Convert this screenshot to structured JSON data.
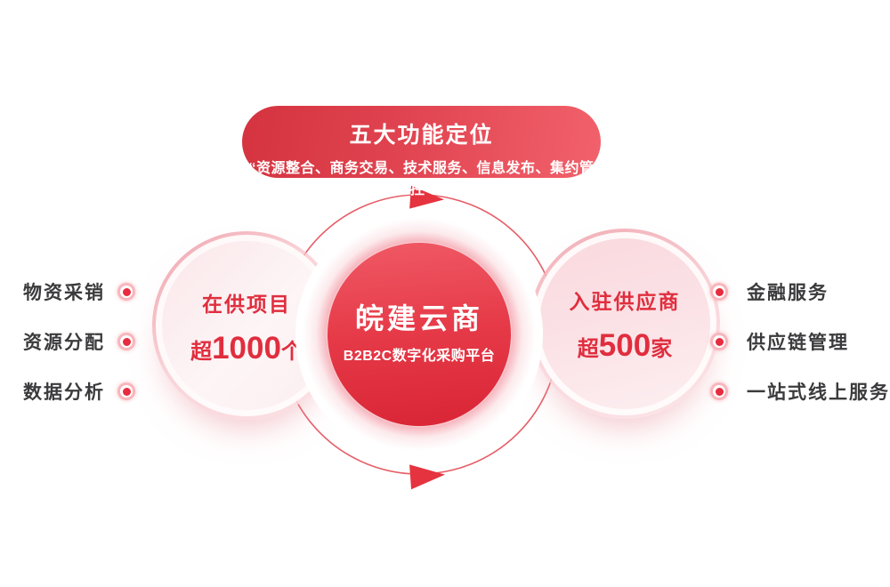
{
  "banner": {
    "title": "五大功能定位",
    "subtitle": "“资源整合、商务交易、技术服务、信息发布、集约管控”"
  },
  "center_circle": {
    "title": "皖建云商",
    "subtitle": "B2B2C数字化采购平台"
  },
  "left_circle": {
    "line1": "在供项目",
    "stat_prefix": "超",
    "stat_number": "1000",
    "stat_suffix": "个"
  },
  "right_circle": {
    "line1": "入驻供应商",
    "stat_prefix": "超",
    "stat_number": "500",
    "stat_suffix": "家"
  },
  "left_list": {
    "items": [
      {
        "label": "物资采销"
      },
      {
        "label": "资源分配"
      },
      {
        "label": "数据分析"
      }
    ]
  },
  "right_list": {
    "items": [
      {
        "label": "金融服务"
      },
      {
        "label": "供应链管理"
      },
      {
        "label": "一站式线上服务"
      }
    ]
  },
  "icons": {
    "bullet": "ring-dot-icon",
    "orbit_arrows": "right-pointing triangles on orbit ring"
  },
  "colors": {
    "banner_gradient_left": "#d4333f",
    "banner_gradient_right": "#f2626c",
    "center_circle_top": "#ef5763",
    "center_circle_bottom": "#da2636",
    "accent_red_text": "#e02e3e",
    "orbit_line": "#e34b56",
    "arrow": "#e5333f",
    "bullet_outer": "#f8b6bc",
    "bullet_inner": "#e62c3e",
    "label_text": "#3b3b3d",
    "side_circle_rim": "#efa0aa",
    "left_fill": "#fdf5f6",
    "right_fill": "#f9dde1"
  }
}
